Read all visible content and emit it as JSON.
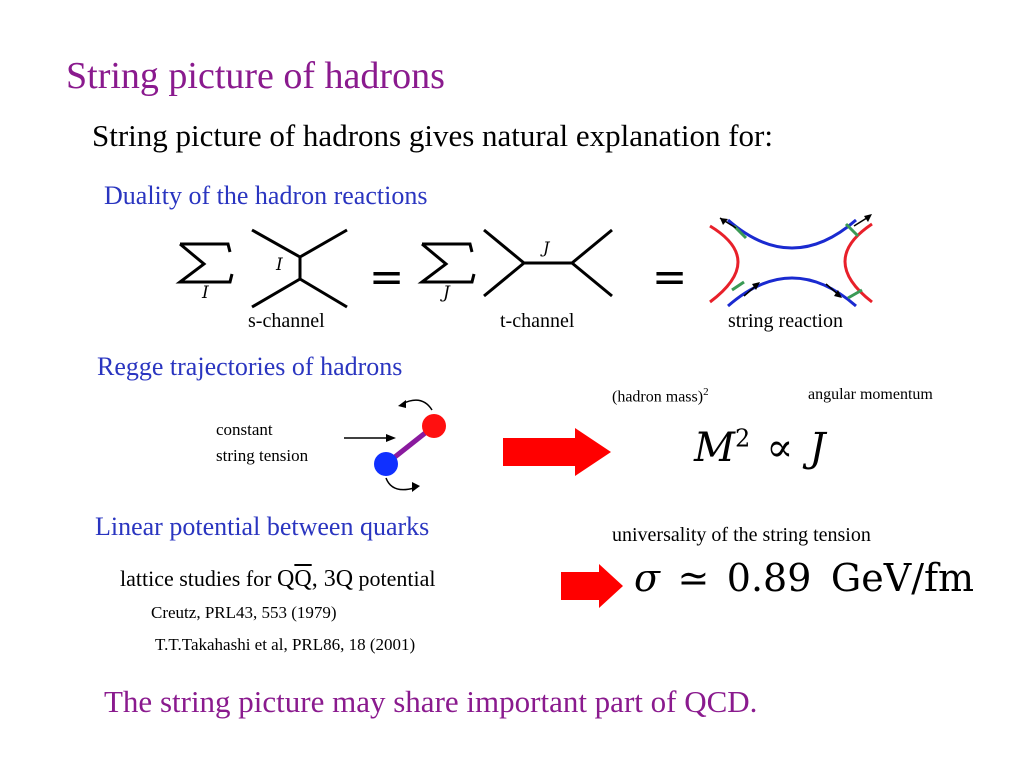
{
  "slide": {
    "title": "String picture of hadrons",
    "subtitle": "String picture of hadrons gives natural explanation for:",
    "conclusion": "The string picture may share important part of QCD."
  },
  "duality": {
    "heading": "Duality of the hadron reactions",
    "sum_index_s": "I",
    "vertex_label_s": "I",
    "sum_index_t": "J",
    "vertex_label_t": "J",
    "equals_1": "=",
    "equals_2": "=",
    "s_channel": "s-channel",
    "t_channel": "t-channel",
    "string_reaction": "string reaction"
  },
  "regge": {
    "heading": "Regge trajectories of hadrons",
    "tension_line1": "constant",
    "tension_line2": "string tension",
    "hadron_mass": "(hadron mass)",
    "hadron_mass_exp": "2",
    "angular_momentum": "angular momentum",
    "formula_M": "M",
    "formula_exp": "2",
    "formula_prop": "∝",
    "formula_J": "J"
  },
  "linear": {
    "heading": "Linear potential between quarks",
    "universality": "universality of the string tension",
    "lattice_prefix": "lattice studies for ",
    "qq_q": "Q",
    "qq_qbar": "Q",
    "lattice_mid": ", 3Q",
    "lattice_suffix": " potential",
    "ref1": "Creutz, PRL43, 553 (1979)",
    "ref2": "T.T.Takahashi et al, PRL86, 18 (2001)",
    "sigma": "σ",
    "approx": "≃",
    "value": "0.89",
    "unit": "GeV/fm"
  },
  "colors": {
    "title": "#8a1a8e",
    "heading": "#2a35c0",
    "arrow_red": "#ff0000",
    "string_blue": "#1a2ad0",
    "string_red": "#e8202a",
    "tick_green": "#3a9a55"
  }
}
